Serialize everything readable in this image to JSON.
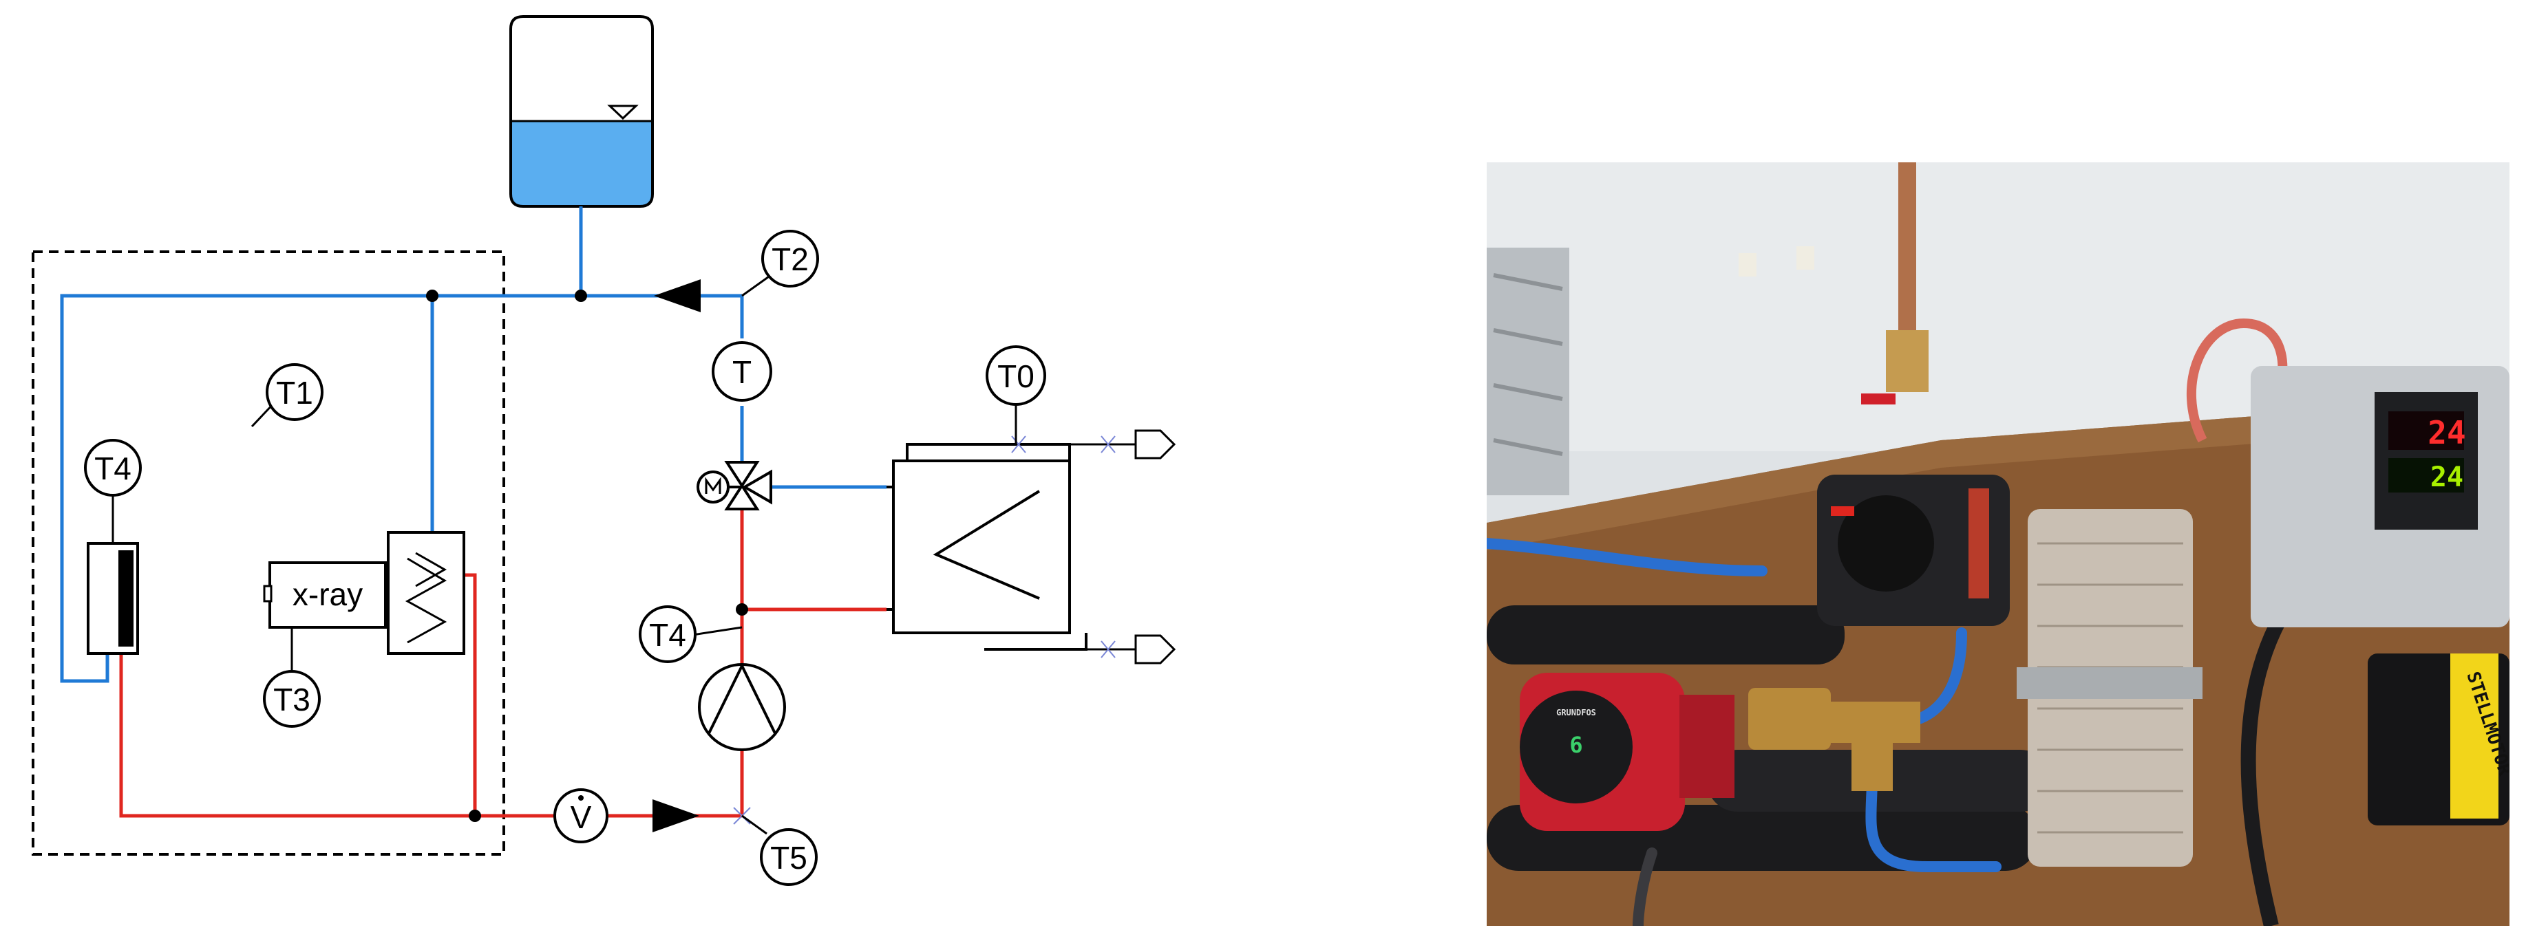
{
  "diagram": {
    "sensors": {
      "t0": "T0",
      "t1": "T1",
      "t2": "T2",
      "t3": "T3",
      "t4_left": "T4",
      "t4_right": "T4",
      "t5": "T5",
      "t_inline": "T"
    },
    "flow_meter_symbol": "V",
    "xray_label": "x-ray"
  },
  "photo": {
    "controller_reading_top": "24",
    "controller_reading_bottom": "24",
    "pump_brand": "GRUNDFOS",
    "pump_display": "6",
    "actuator_label": "STELLMOTOR",
    "colors": {
      "wall": "#dfe3e6",
      "board": "#8a5a32",
      "insulation": "#1b1b1d",
      "pipe_blue": "#2a6fd0",
      "pump_red": "#c8202e",
      "brass": "#b88a3a",
      "heat_exchanger": "#c9bfb3",
      "controller_box": "#c7cbcf"
    }
  },
  "colors": {
    "cold_line": "#1f7ad6",
    "hot_line": "#e0261f",
    "tank_water": "#5aaef0"
  }
}
